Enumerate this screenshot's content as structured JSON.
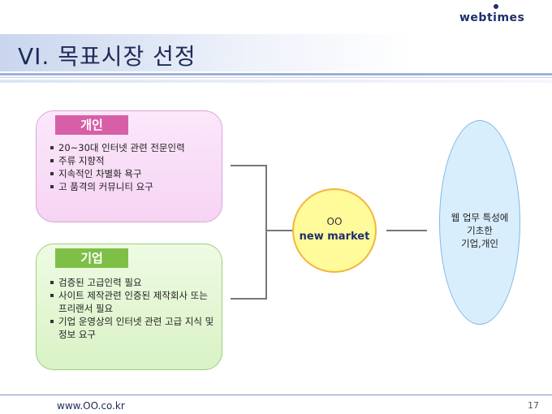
{
  "logo": {
    "pre": "webt",
    "i": "i",
    "post": "mes"
  },
  "slide_title": "VI. 목표시장 선정",
  "personal": {
    "tag": "개인",
    "items": [
      "20~30대 인터넷 관련 전문인력",
      "주류 지향적",
      "지속적인 차별화 욕구",
      "고 품격의 커뮤니티 요구"
    ]
  },
  "company": {
    "tag": "기업",
    "items": [
      "검증된 고급인력 필요",
      "사이트 제작관련 인증된 제작회사 또는 프리랜서 필요",
      "기업 운영상의 인터넷 관련 고급 지식 및 정보 요구"
    ]
  },
  "center": {
    "line1": "OO",
    "line2": "new market"
  },
  "target": {
    "line1": "웹 업무 특성에",
    "line2": "기초한",
    "line3": "기업,개인"
  },
  "footer": {
    "url": "www.OO.co.kr",
    "page": "17"
  },
  "colors": {
    "personal_tag": "#d75fa8",
    "company_tag": "#7dbf47",
    "circle_fill": "#fffa9a",
    "ellipse_fill": "#d8eefc",
    "title_text": "#1e2a55"
  }
}
